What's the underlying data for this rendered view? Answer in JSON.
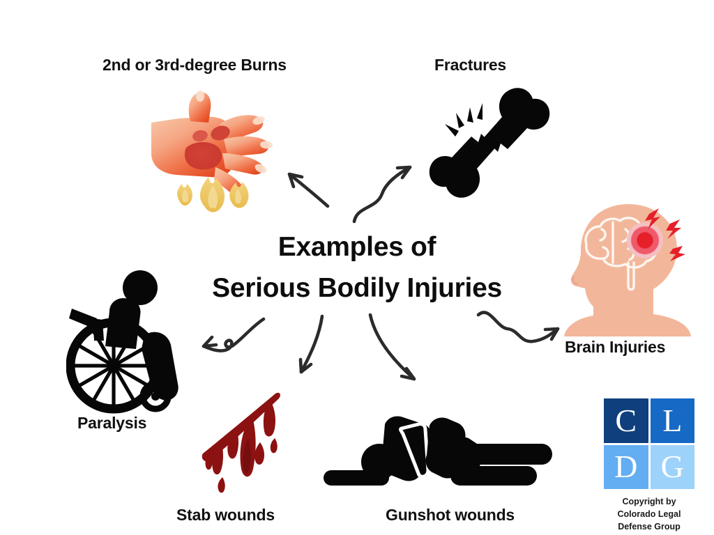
{
  "title": {
    "line1": "Examples of",
    "line2": "Serious Bodily Injuries"
  },
  "background_color": "#ffffff",
  "text_color": "#111111",
  "items": [
    {
      "id": "burns",
      "label": "2nd or 3rd-degree Burns",
      "icon": "burned-hand-icon"
    },
    {
      "id": "fractures",
      "label": "Fractures",
      "icon": "broken-bone-icon"
    },
    {
      "id": "brain",
      "label": "Brain Injuries",
      "icon": "head-brain-impact-icon"
    },
    {
      "id": "paralysis",
      "label": "Paralysis",
      "icon": "wheelchair-icon"
    },
    {
      "id": "stab",
      "label": "Stab wounds",
      "icon": "blood-gash-icon"
    },
    {
      "id": "gunshot",
      "label": "Gunshot wounds",
      "icon": "fallen-body-icon"
    }
  ],
  "arrows": {
    "count": 6,
    "style": "hand-drawn-curved",
    "color": "#2b2b2b"
  },
  "logo": {
    "name": "cldg-logo",
    "cells": [
      {
        "letter": "C",
        "color": "#0f3f7d"
      },
      {
        "letter": "L",
        "color": "#1669c4"
      },
      {
        "letter": "D",
        "color": "#63aef2"
      },
      {
        "letter": "G",
        "color": "#9dd2fb"
      }
    ],
    "copyright_line1": "Copyright by",
    "copyright_line2": "Colorado Legal",
    "copyright_line3": "Defense Group"
  },
  "palette": {
    "skin": "#f2b79a",
    "skin_light": "#f6c6ab",
    "flame": "#edc25a",
    "flame_light": "#f4d88a",
    "burn_red": "#e8533a",
    "burn_dark": "#cf4230",
    "blood": "#8c1111",
    "blood_dark": "#6e0d0d",
    "impact_red": "#e5202a",
    "impact_mid": "#ef5a6a",
    "impact_outer": "#f4c0c4",
    "black": "#070707"
  }
}
